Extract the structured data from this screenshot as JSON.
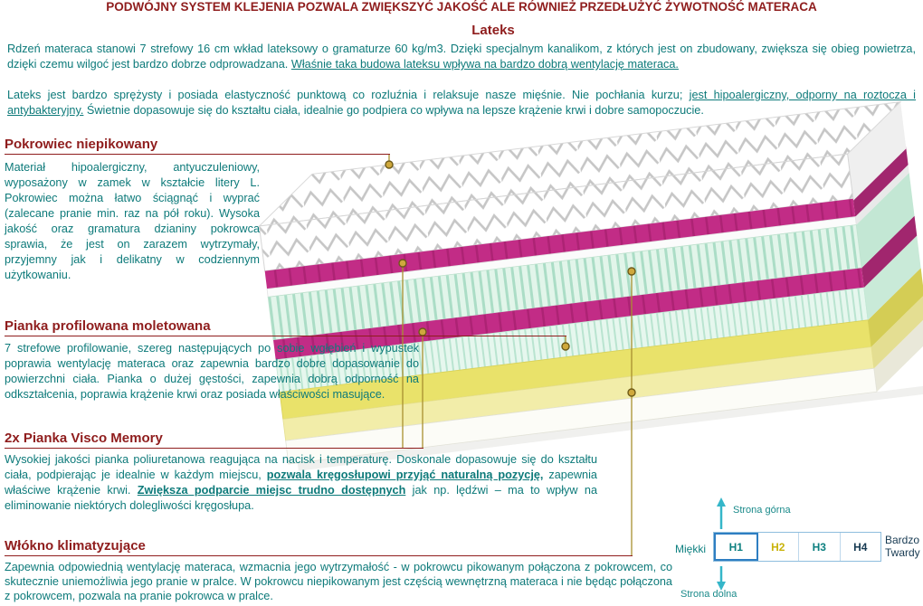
{
  "banner": "PODWÓJNY SYSTEM KLEJENIA POZWALA ZWIĘKSZYĆ JAKOŚĆ ALE RÓWNIEŻ PRZEDŁUŻYĆ ŻYWOTNOŚĆ MATERACA",
  "sections": {
    "lateks": {
      "title": "Lateks",
      "p1a": "Rdzeń materaca stanowi 7 strefowy 16 cm wkład lateksowy o gramaturze 60 kg/m3. Dzięki specjalnym kanalikom, z których jest on zbudowany, zwiększa się obieg powietrza, dzięki czemu wilgoć jest bardzo dobrze odprowadzana. ",
      "p1b": "Właśnie taka budowa lateksu wpływa na bardzo dobrą wentylację materaca.",
      "p2a": "Lateks jest bardzo sprężysty i posiada elastyczność punktową co rozluźnia i relaksuje nasze mięśnie. Nie pochłania kurzu; ",
      "p2b": "jest hipoalergiczny, odporny na roztocza i antybakteryjny.",
      "p2c": " Świetnie dopasowuje się do kształtu ciała, idealnie go podpiera co wpływa na lepsze krążenie krwi i dobre samopoczucie."
    },
    "pokrowiec": {
      "title": "Pokrowiec niepikowany",
      "body": "Materiał hipoalergiczny, antyuczuleniowy, wyposażony w zamek w kształcie litery L. Pokrowiec można łatwo ściągnąć i wyprać (zalecane pranie min. raz na pół roku). Wysoka jakość oraz gramatura dzianiny pokrowca sprawia, że jest on zarazem wytrzymały, przyjemny jak i delikatny w codziennym użytkowaniu."
    },
    "molet": {
      "title": "Pianka profilowana moletowana",
      "body": "7 strefowe profilowanie, szereg następujących po sobie wgłębień i wypustek poprawia wentylację materaca oraz zapewnia bardzo dobre dopasowanie do powierzchni ciała. Pianka o dużej gęstości, zapewnia dobrą odporność na odkształcenia, poprawia krążenie krwi oraz posiada właściwości masujące."
    },
    "visco": {
      "title": "2x Pianka Visco Memory",
      "r1": "Wysokiej jakości pianka poliuretanowa reagująca na nacisk i temperaturę. Doskonale dopasowuje się do kształtu ciała, podpierając je idealnie w każdym miejscu, ",
      "u1": "pozwala kręgosłupowi przyjąć naturalną pozycję,",
      "r2": " zapewnia właściwe krążenie krwi. ",
      "u2": "Zwiększa podparcie miejsc trudno dostępnych",
      "r3": " jak np. lędźwi – ma to wpływ na eliminowanie niektórych dolegliwości kręgosłupa."
    },
    "wlokno": {
      "title": "Włókno klimatyzujące",
      "body": "Zapewnia odpowiednią wentylację materaca, wzmacnia jego wytrzymałość - w pokrowcu pikowanym połączona z pokrowcem, co skutecznie uniemożliwia jego pranie w pralce. W pokrowcu niepikowanym jest częścią wewnętrzną materaca i nie będąc połączona z pokrowcem, pozwala na pranie pokrowca w pralce."
    }
  },
  "scale": {
    "top_label": "Strona górna",
    "bottom_label": "Strona dolna",
    "left_label": "Miękki",
    "right_label_line1": "Bardzo",
    "right_label_line2": "Twardy",
    "cells": [
      "H1",
      "H2",
      "H3",
      "H4"
    ],
    "selected": "H1"
  },
  "colors": {
    "accent_red": "#8f1d1d",
    "body_teal": "#0d7a7a",
    "callout_gold": "#a8902f",
    "visco_pink": "#c22c86",
    "lateks_mint": "#e2f5ea",
    "foam_yellow": "#e9e26a",
    "arrow_cyan": "#35b6c9",
    "selected_blue": "#2e7ec2"
  }
}
